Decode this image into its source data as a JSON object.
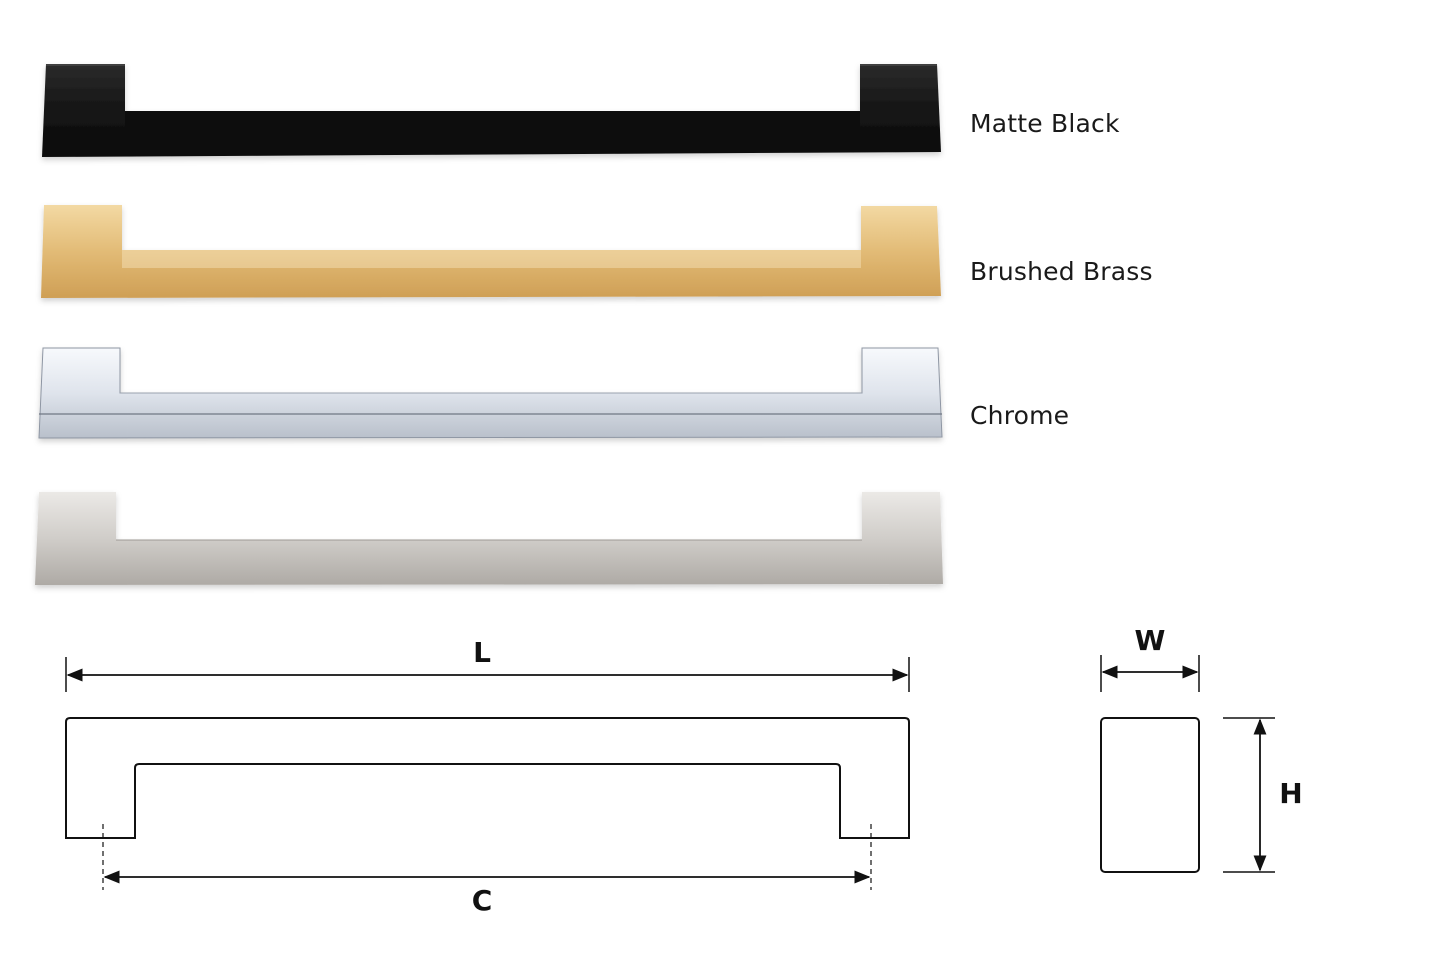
{
  "finishes": [
    {
      "label": "Matte Black",
      "colors": {
        "top": "#2b2b2b",
        "mid": "#151515",
        "bottom": "#0a0a0a"
      }
    },
    {
      "label": "Brushed Brass",
      "colors": {
        "top": "#f3d9a3",
        "mid": "#e2bb76",
        "bottom": "#cf9f55"
      }
    },
    {
      "label": "Chrome",
      "colors": {
        "top": "#f7f9fc",
        "mid": "#dfe4ec",
        "bottom": "#b9c0cb"
      }
    },
    {
      "label": "",
      "colors": {
        "top": "#ebe9e6",
        "mid": "#d0cdc9",
        "bottom": "#aeaaa5"
      }
    }
  ],
  "dimensions": {
    "length_label": "L",
    "center_label": "C",
    "width_label": "W",
    "height_label": "H"
  }
}
